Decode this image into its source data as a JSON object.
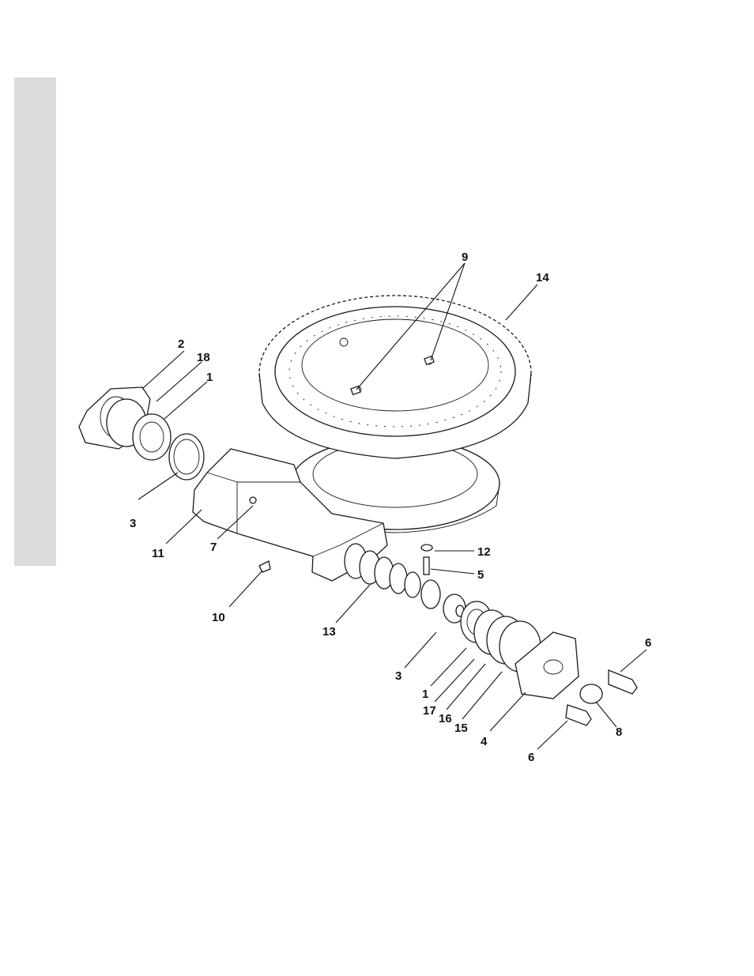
{
  "callouts": {
    "c9": "9",
    "c14": "14",
    "c2": "2",
    "c18": "18",
    "c1a": "1",
    "c3a": "3",
    "c11": "11",
    "c7": "7",
    "c10": "10",
    "c13": "13",
    "c12": "12",
    "c5": "5",
    "c3b": "3",
    "c1b": "1",
    "c17": "17",
    "c16": "16",
    "c15": "15",
    "c4": "4",
    "c6a": "6",
    "c8": "8",
    "c6b": "6"
  },
  "colors": {
    "side_tab": "#dcdcdc",
    "line": "#111111",
    "background": "#ffffff"
  }
}
